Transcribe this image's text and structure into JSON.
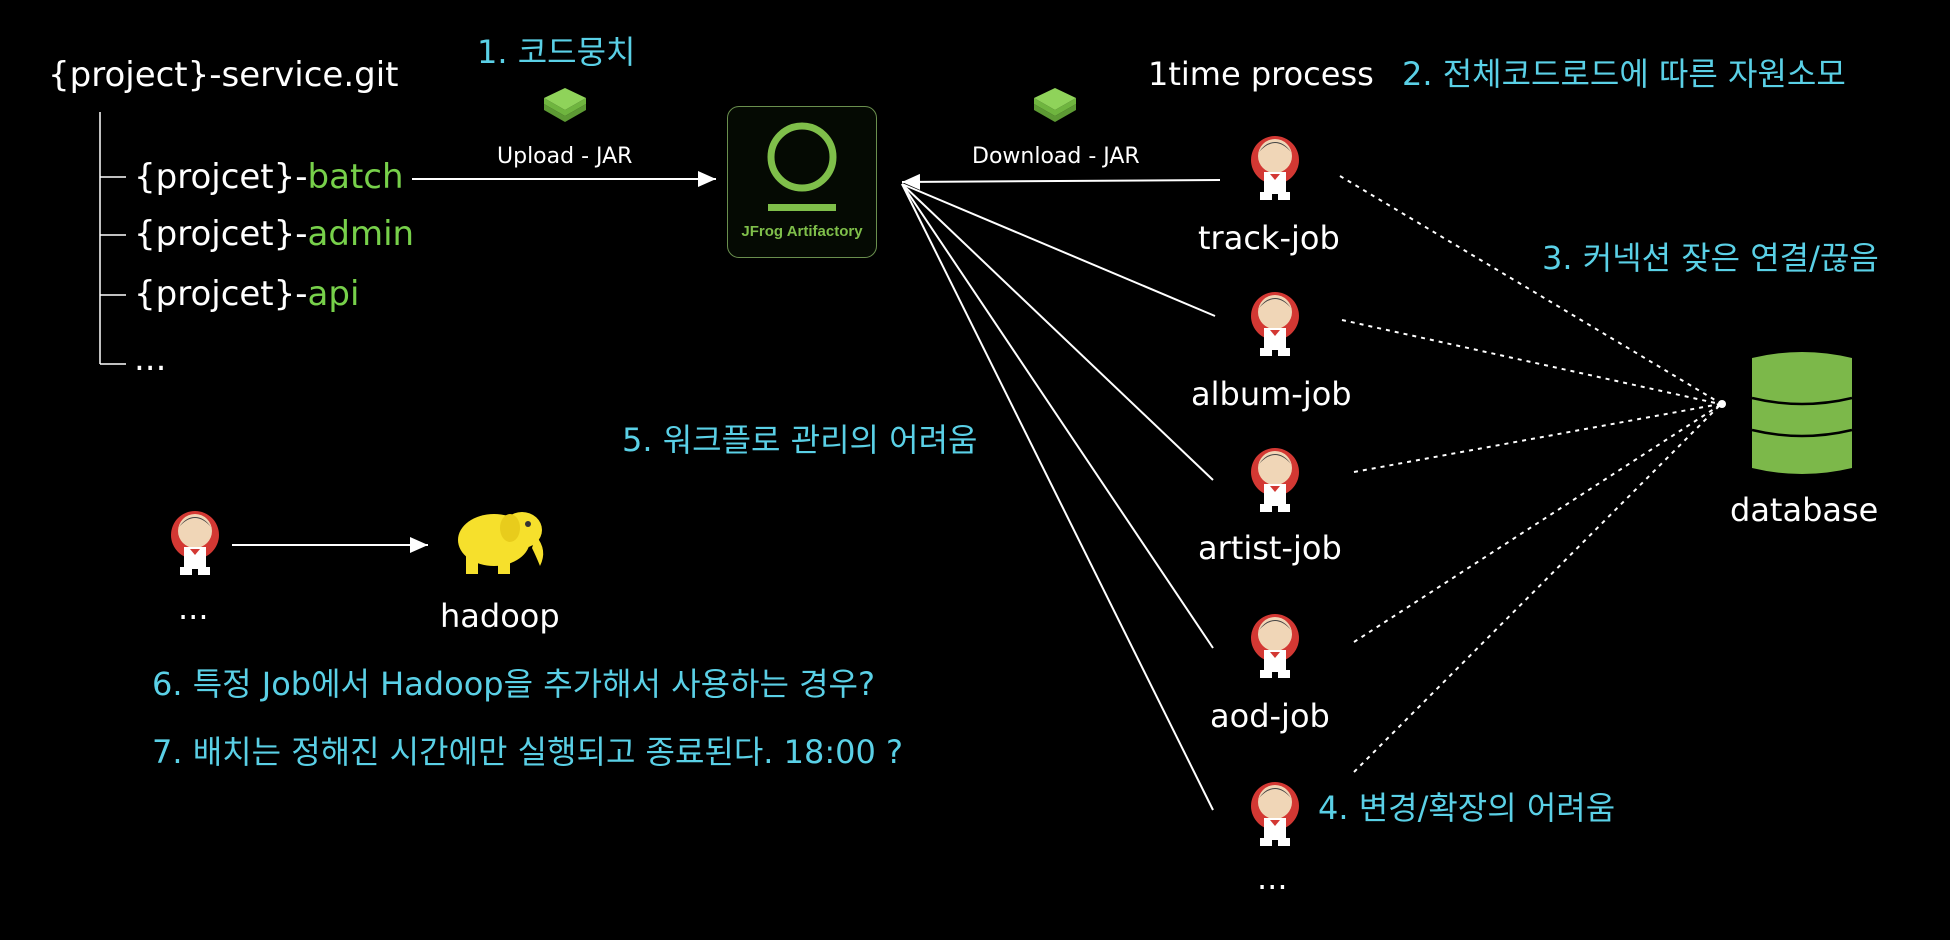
{
  "repo": {
    "title": "{project}-service.git",
    "modules": [
      {
        "prefix": "{projcet}-",
        "suffix": "batch"
      },
      {
        "prefix": "{projcet}-",
        "suffix": "admin"
      },
      {
        "prefix": "{projcet}-",
        "suffix": "api"
      },
      {
        "prefix": "...",
        "suffix": ""
      }
    ]
  },
  "artifactory": {
    "label": "JFrog Artifactory"
  },
  "arrows": {
    "upload": "Upload - JAR",
    "download": "Download - JAR"
  },
  "header": {
    "process": "1time process"
  },
  "jobs": [
    "track-job",
    "album-job",
    "artist-job",
    "aod-job",
    "..."
  ],
  "database": {
    "label": "database"
  },
  "hadoop": {
    "label": "hadoop",
    "source_label": "..."
  },
  "issues": {
    "i1": "1. 코드뭉치",
    "i2": "2. 전체코드로드에 따른 자원소모",
    "i3": "3. 커넥션 잦은 연결/끊음",
    "i4": "4. 변경/확장의 어려움",
    "i5": "5. 워크플로 관리의 어려움",
    "i6": "6. 특정 Job에서 Hadoop을 추가해서 사용하는 경우?",
    "i7": "7. 배치는 정해진 시간에만 실행되고 종료된다. 18:00 ?"
  },
  "colors": {
    "accent_cyan": "#5ad0e6",
    "accent_green": "#77d04a",
    "db_green": "#7cb84a",
    "background": "#000000"
  },
  "icons": {
    "jenkins": "jenkins-butler-icon",
    "layers": "stack-layers-icon",
    "db": "database-cylinder-icon",
    "elephant": "hadoop-elephant-icon"
  }
}
